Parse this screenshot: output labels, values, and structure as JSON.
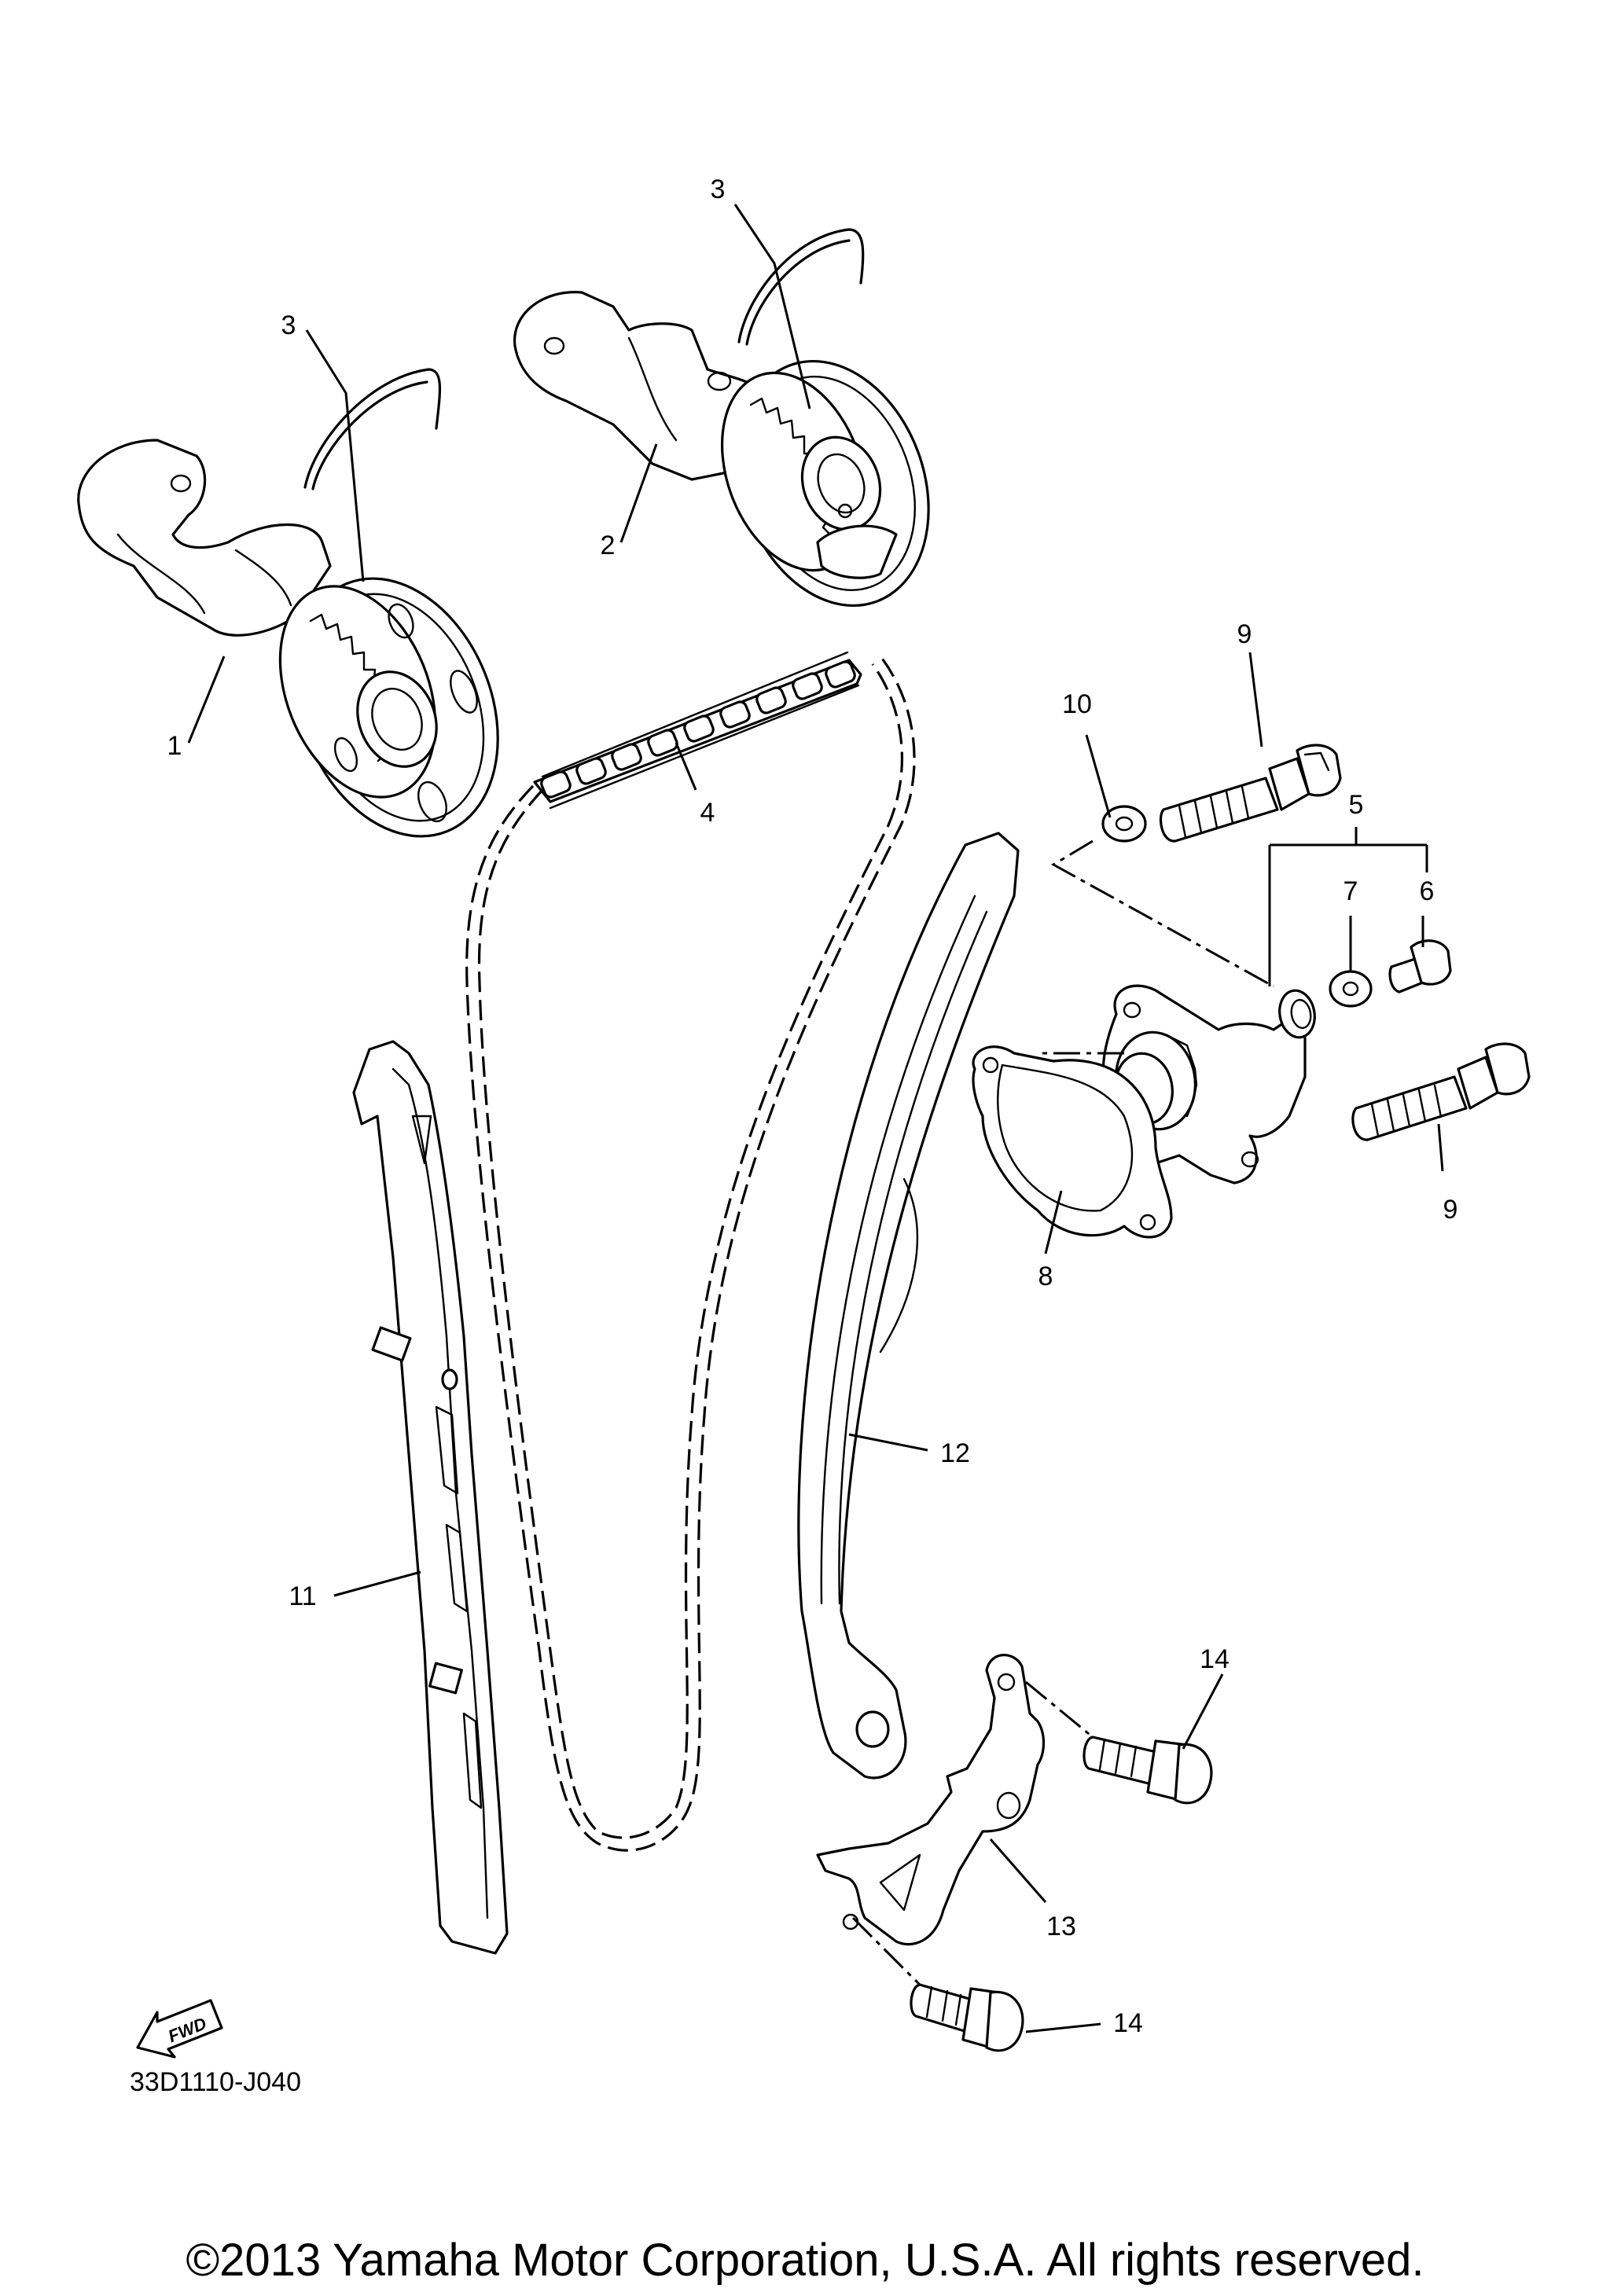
{
  "diagram": {
    "callouts": {
      "c1": "1",
      "c2": "2",
      "c3a": "3",
      "c3b": "3",
      "c4": "4",
      "c5": "5",
      "c6": "6",
      "c7": "7",
      "c8": "8",
      "c9a": "9",
      "c9b": "9",
      "c10": "10",
      "c11": "11",
      "c12": "12",
      "c13": "13",
      "c14a": "14",
      "c14b": "14"
    },
    "fwd_label": "FWD",
    "diagram_code": "33D1110-J040",
    "copyright": "©2013 Yamaha Motor Corporation, U.S.A. All rights reserved."
  }
}
